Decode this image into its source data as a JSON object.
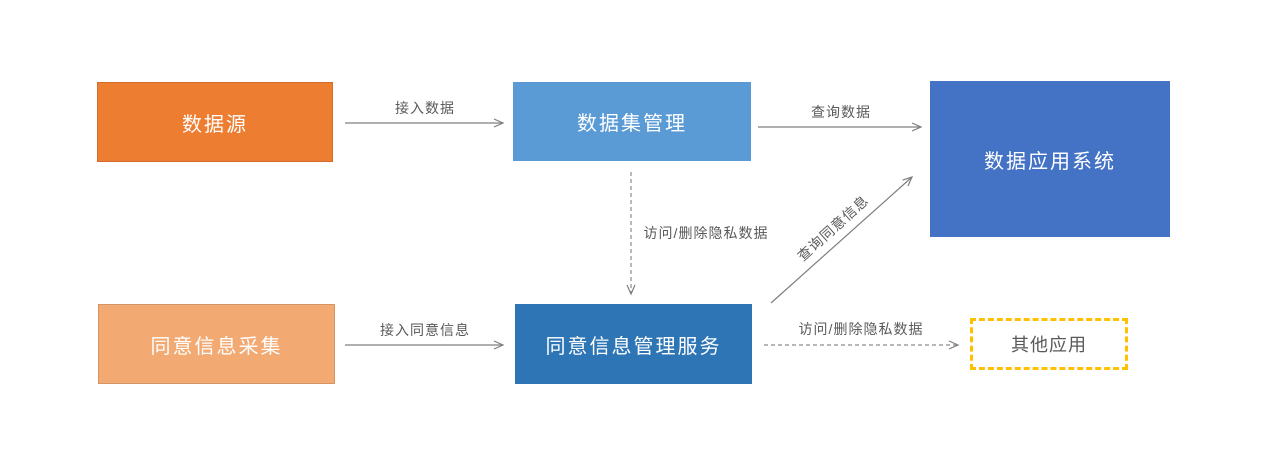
{
  "colors": {
    "data_source_bg": "#ED7D31",
    "dataset_mgmt_bg": "#5B9BD5",
    "data_app_bg": "#4472C4",
    "consent_collection_bg": "#F2A972",
    "consent_service_bg": "#2E75B6",
    "other_apps_border": "#FFC000",
    "arrow": "#7F7F7F",
    "label_text": "#595959"
  },
  "nodes": {
    "data_source": {
      "label": "数据源"
    },
    "dataset_mgmt": {
      "label": "数据集管理"
    },
    "data_app_system": {
      "label": "数据应用系统"
    },
    "consent_collection": {
      "label": "同意信息采集"
    },
    "consent_mgmt_service": {
      "label": "同意信息管理服务"
    },
    "other_apps": {
      "label": "其他应用"
    }
  },
  "edges": {
    "access_data": {
      "label": "接入数据",
      "style": "solid"
    },
    "query_data": {
      "label": "查询数据",
      "style": "solid"
    },
    "access_delete_private_down": {
      "label": "访问/删除隐私数据",
      "style": "dashed"
    },
    "query_consent_info": {
      "label": "查询同意信息",
      "style": "solid"
    },
    "access_consent_info": {
      "label": "接入同意信息",
      "style": "solid"
    },
    "access_delete_private_right": {
      "label": "访问/删除隐私数据",
      "style": "dashed"
    }
  }
}
